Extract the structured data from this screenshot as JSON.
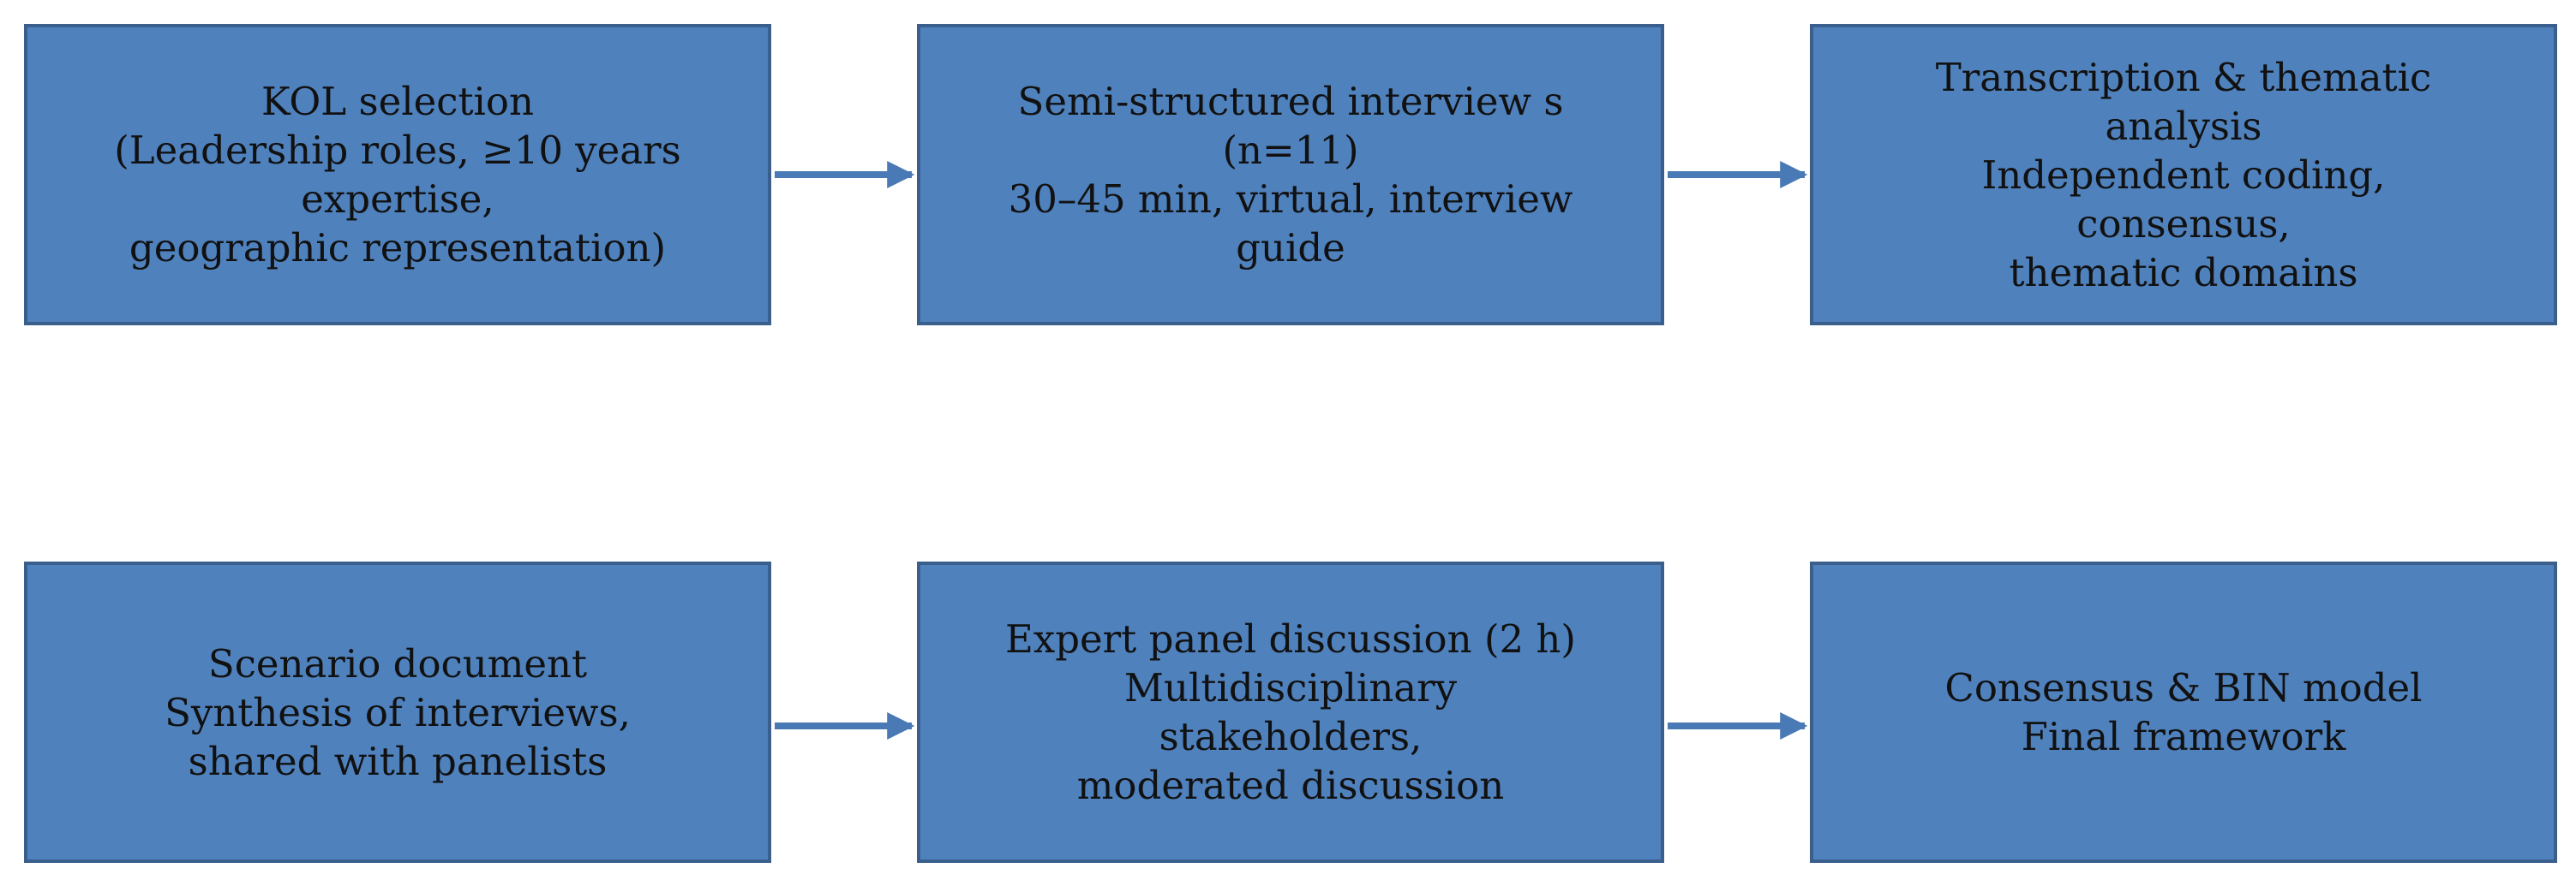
{
  "colors": {
    "box_fill": "#4f81bd",
    "box_border": "#3a5f8c",
    "arrow": "#4a7ab5",
    "text": "#111111"
  },
  "flow": {
    "row1": [
      {
        "id": "kol-selection",
        "lines": [
          "KOL selection",
          "(Leadership roles, ≥10 years",
          "expertise,",
          "geographic representation)"
        ]
      },
      {
        "id": "semi-structured-interviews",
        "lines": [
          "Semi-structured interview s",
          "(n=11)",
          "30–45 min, virtual, interview",
          "guide"
        ]
      },
      {
        "id": "transcription-thematic-analysis",
        "lines": [
          "Transcription & thematic",
          "analysis",
          "Independent coding,",
          "consensus,",
          "thematic domains"
        ]
      }
    ],
    "row2": [
      {
        "id": "scenario-document",
        "lines": [
          "Scenario document",
          "Synthesis of interviews,",
          "shared with panelists"
        ]
      },
      {
        "id": "expert-panel-discussion",
        "lines": [
          "Expert panel discussion (2 h)",
          "Multidisciplinary",
          "stakeholders,",
          "moderated discussion"
        ]
      },
      {
        "id": "consensus-bin-model",
        "lines": [
          "Consensus & BIN model",
          "Final framework"
        ]
      }
    ]
  }
}
